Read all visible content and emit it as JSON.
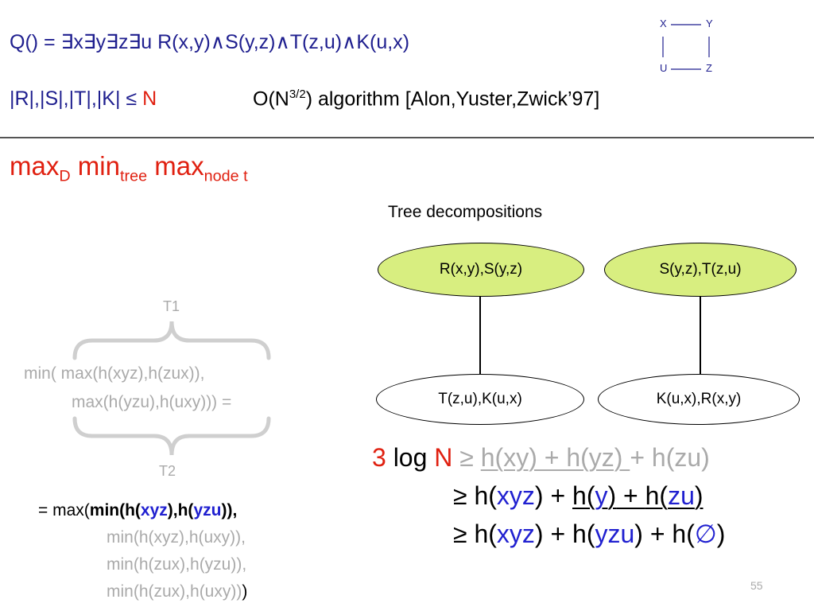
{
  "query": {
    "prefix": "Q() = ",
    "body": "∃x∃y∃z∃u R(x,y)∧S(y,z)∧T(z,u)∧K(u,x)"
  },
  "cycle": {
    "x": "X",
    "y": "Y",
    "u": "U",
    "z": "Z"
  },
  "bound": {
    "sizes": "|R|,|S|,|T|,|K| ≤ ",
    "n": "N",
    "o_prefix": "O(N",
    "o_exp": "3/2",
    "o_suffix": ") algorithm [Alon,Yuster,Zwick’97]"
  },
  "maxmin": {
    "m1": "max",
    "s1": "D",
    "m2": " min",
    "s2": "tree",
    "m3": " max",
    "s3": "node t"
  },
  "tree_decomp": {
    "title": "Tree decompositions",
    "tree1_top": "R(x,y),S(y,z)",
    "tree1_bottom": "T(z,u),K(u,x)",
    "tree2_top": "S(y,z),T(z,u)",
    "tree2_bottom": "K(u,x),R(x,y)"
  },
  "gray_expr": {
    "t1": "T1",
    "line1": "min( max(h(xyz),h(zux)),",
    "line2": "max(h(yzu),h(uxy))) =",
    "t2": "T2"
  },
  "eq": {
    "pre": "= max(",
    "min_open": "min(h(",
    "xyz": "xyz",
    "mid": "),h(",
    "yzu": "yzu",
    "close": ")),",
    "line2": "min(h(xyz),h(uxy)),",
    "line3": "min(h(zux),h(yzu)),",
    "line4a": "min(h(zux),h(uxy))",
    "line4b": ")"
  },
  "ineq": {
    "three": "3",
    "log": " log ",
    "n": "N",
    "ge": " ≥ ",
    "l1_a": "h(xy) + h(yz) ",
    "l1_b": "+ h(zu)",
    "l2_ge": "≥ h(",
    "l2_xyz": "xyz",
    "l2_mid": ") + ",
    "l2_hy": "h(",
    "l2_y": "y",
    "l2_hy_close": ")",
    "l2_plus": " + ",
    "l2_hzu": "h(",
    "l2_zu": "zu",
    "l2_hzu_close": ")",
    "l3_ge": "≥ h(",
    "l3_xyz": "xyz",
    "l3_mid": ") + h(",
    "l3_yzu": "yzu",
    "l3_mid2": ") + h(",
    "l3_empty": "∅",
    "l3_close": ")"
  },
  "page_number": "55"
}
